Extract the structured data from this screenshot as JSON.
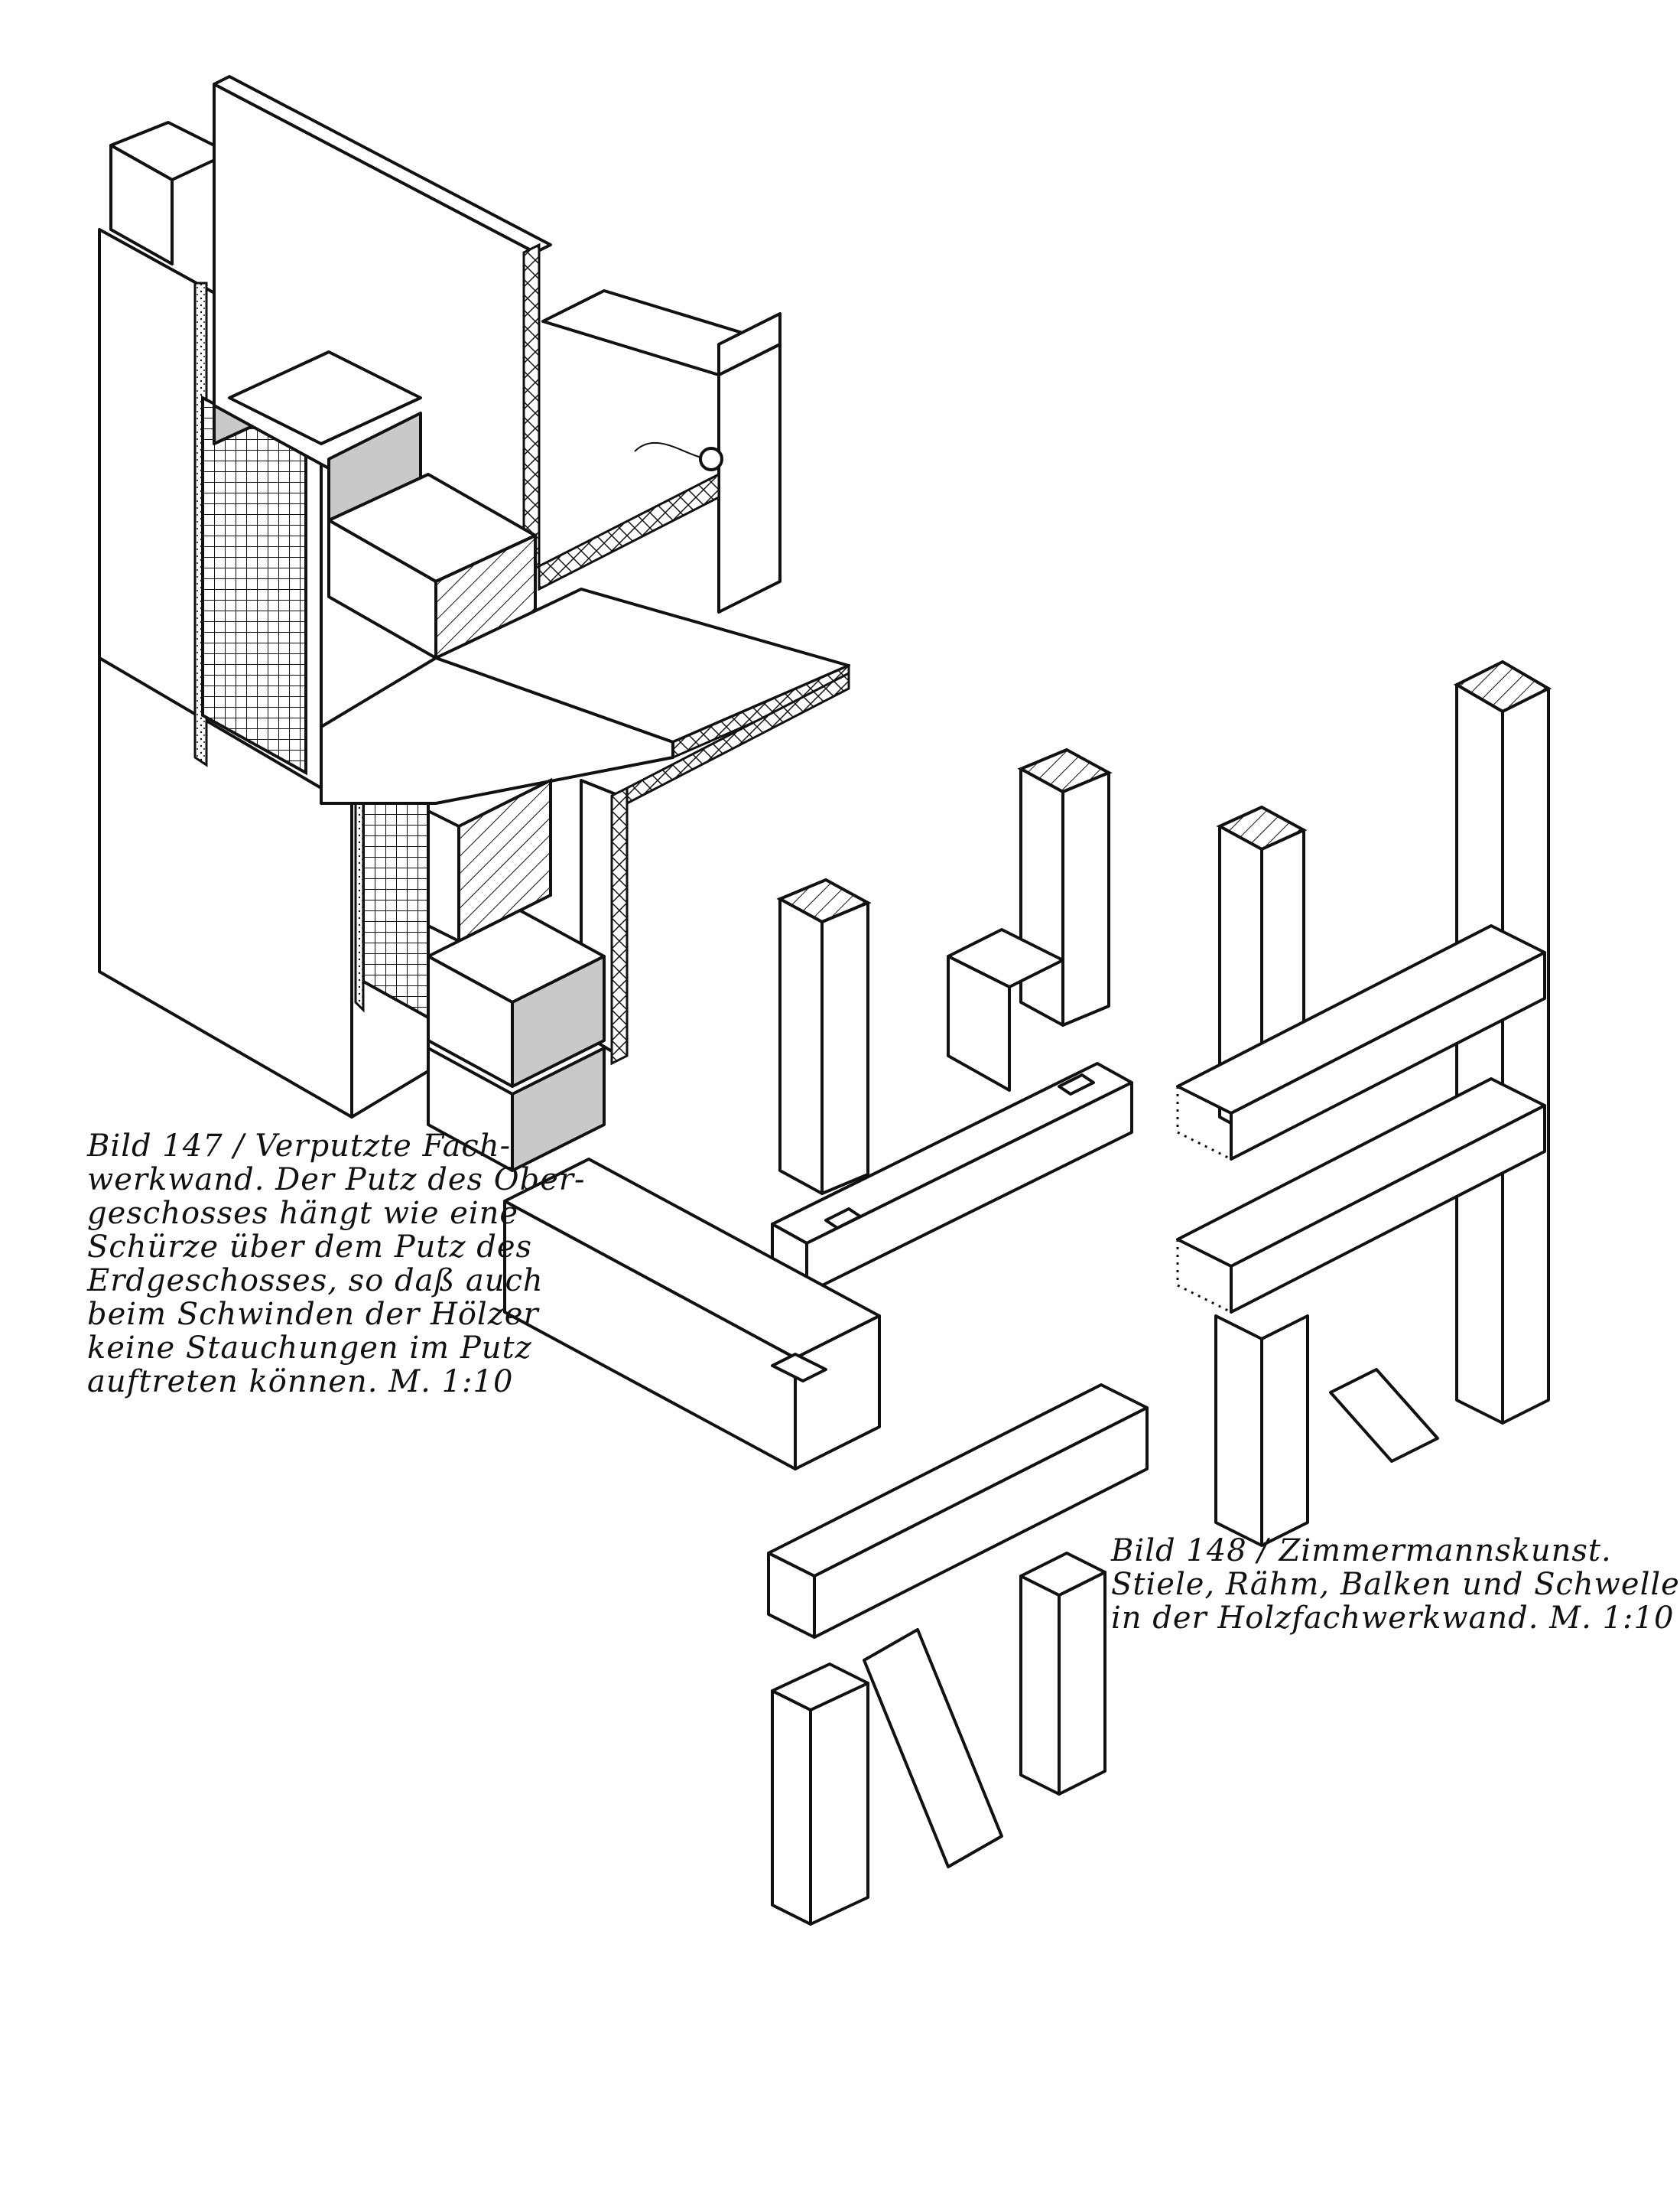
{
  "figures": [
    {
      "id": "bild-147",
      "caption_lines": [
        "Bild 147 / Verputzte Fach-",
        "werkwand. Der Putz des Ober-",
        "geschosses hängt wie eine",
        "Schürze über dem Putz des",
        "Erdgeschosses, so daß auch",
        "beim Schwinden der Hölzer",
        "keine Stauchungen im Putz",
        "auftreten können. M. 1:10"
      ]
    },
    {
      "id": "bild-148",
      "caption_lines": [
        "Bild 148 / Zimmermannskunst.",
        "Stiele, Rähm, Balken und Schwelle",
        "in der Holzfachwerkwand. M. 1:10"
      ]
    }
  ]
}
